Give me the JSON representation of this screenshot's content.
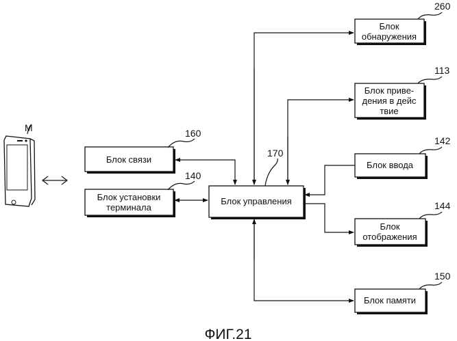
{
  "figure_label": "ФИГ.21",
  "device": {
    "ref": "M"
  },
  "blocks": {
    "detection": {
      "ref": "260",
      "line1": "Блок",
      "line2": "обнаружения"
    },
    "actuation": {
      "ref": "113",
      "line1": "Блок приве-",
      "line2": "дения в дейс",
      "line3": "твие"
    },
    "input": {
      "ref": "142",
      "line1": "Блок ввода"
    },
    "display": {
      "ref": "144",
      "line1": "Блок",
      "line2": "отображения"
    },
    "memory": {
      "ref": "150",
      "line1": "Блок памяти"
    },
    "control": {
      "ref": "170",
      "line1": "Блок управления"
    },
    "communication": {
      "ref": "160",
      "line1": "Блок связи"
    },
    "terminal_setup": {
      "ref": "140",
      "line1": "Блок установки",
      "line2": "терминала"
    }
  }
}
